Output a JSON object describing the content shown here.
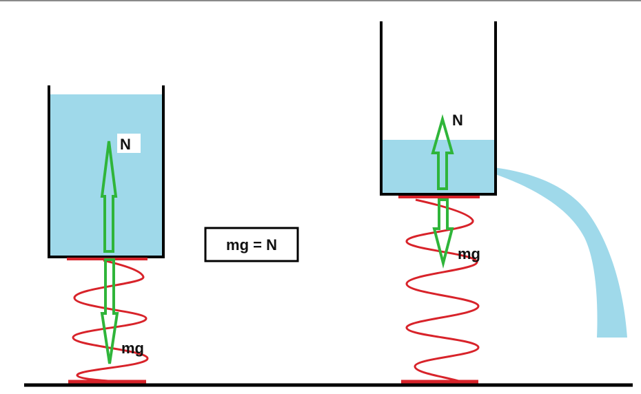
{
  "labels": {
    "left_normal": "N",
    "left_weight": "mg",
    "equation": "mg = N",
    "right_normal": "N",
    "right_weight": "mg"
  },
  "colors": {
    "water": "#9fd9ea",
    "arrow": "#2fb53a",
    "spring": "#d8232a",
    "outline": "#000000"
  }
}
